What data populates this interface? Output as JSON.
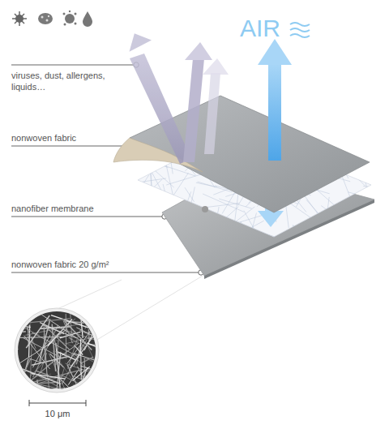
{
  "diagram": {
    "labels": [
      "viruses, dust, allergens, liquids…",
      "nonwoven fabric",
      "nanofiber membrane",
      "nonwoven fabric 20 g/m²",
      "AIR",
      "10 μm"
    ]
  }
}
